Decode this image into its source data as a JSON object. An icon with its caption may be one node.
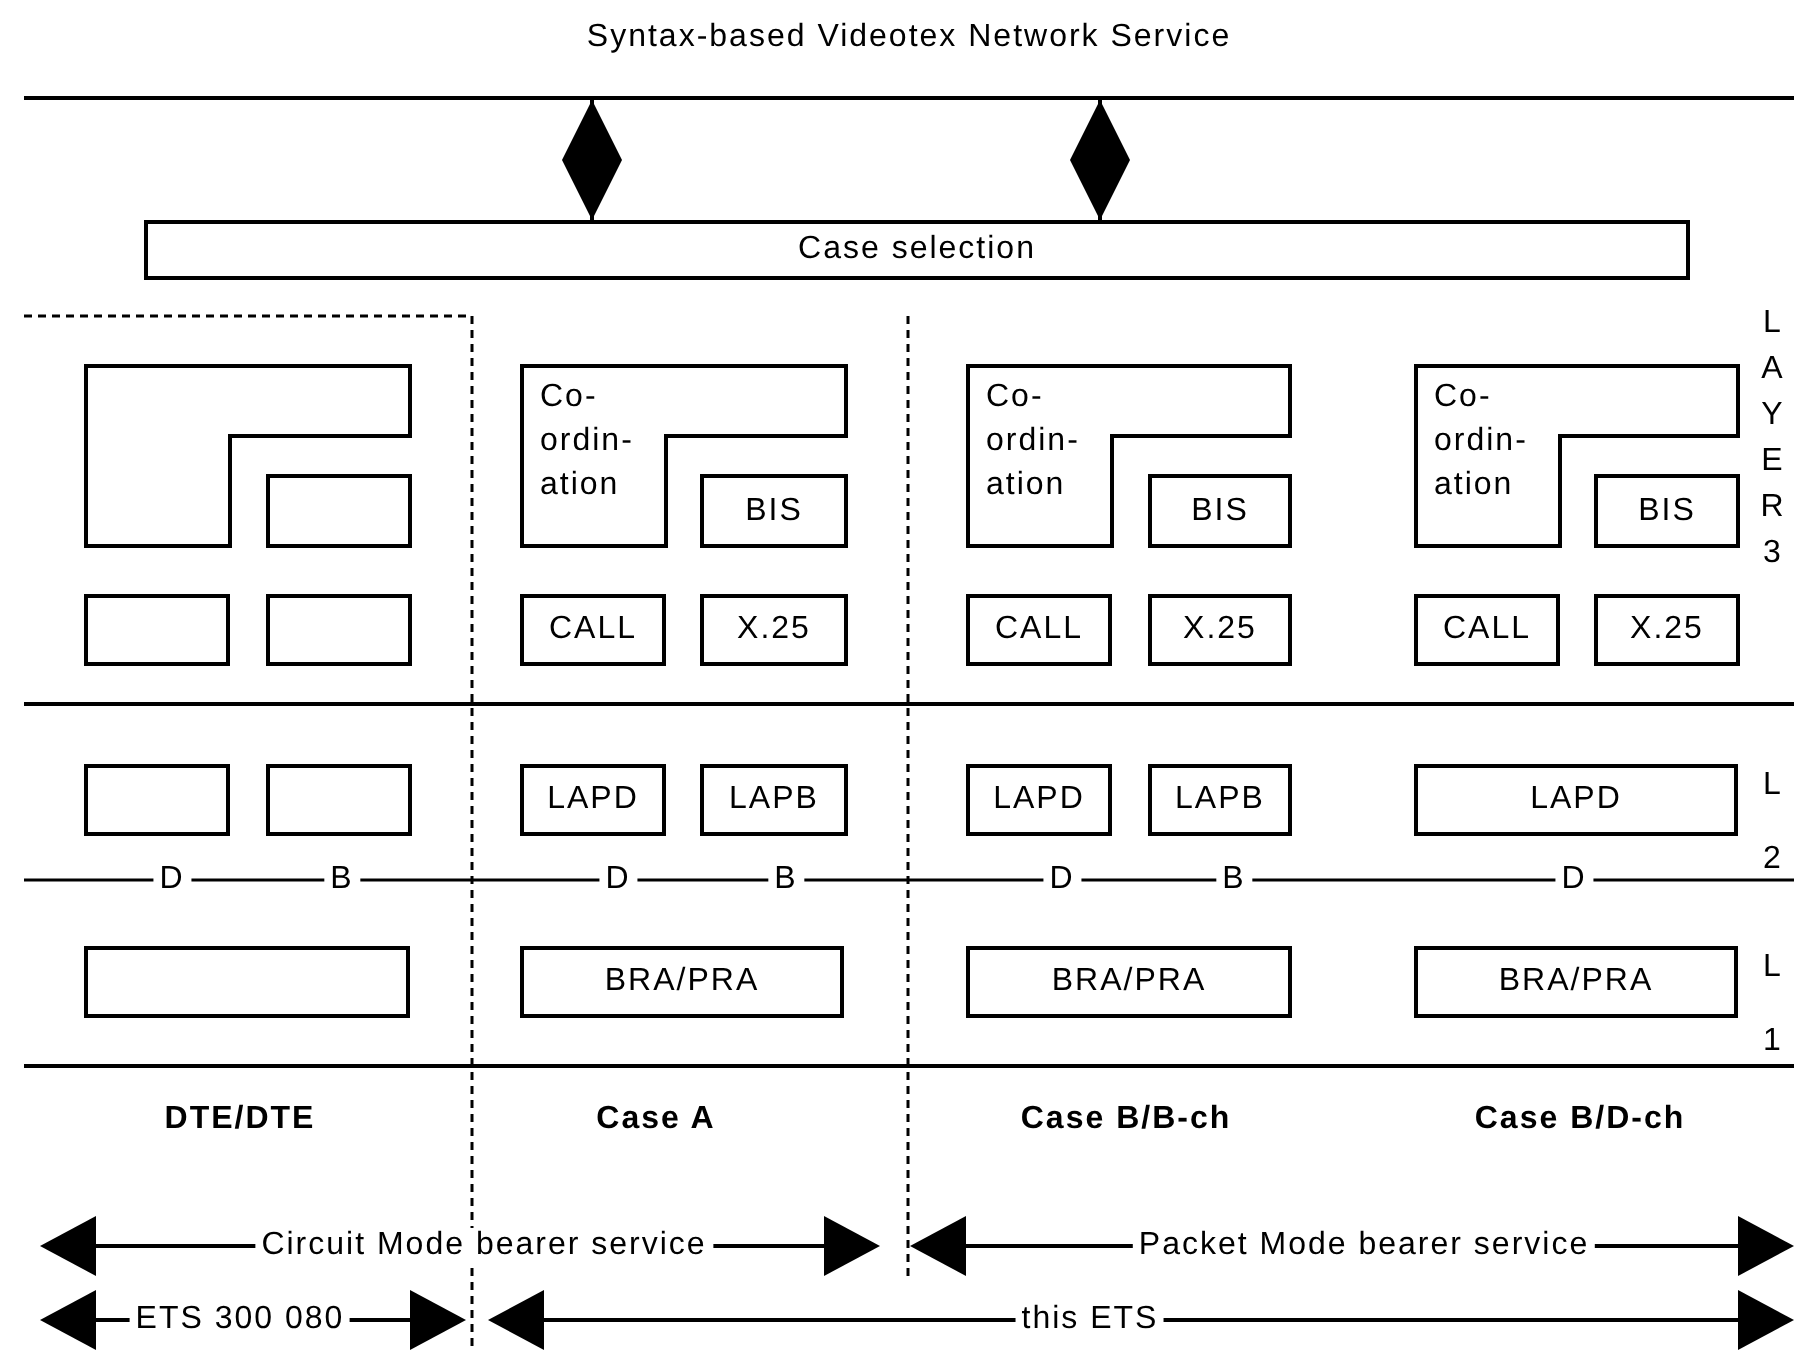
{
  "diagram": {
    "nodes": [
      {
        "text": [
          "Syntax-based Videotex Network Service"
        ]
      },
      {
        "text": [
          "Case selection"
        ]
      },
      {
        "text": [],
        "shape": "box"
      },
      {
        "text": [],
        "shape": "box"
      },
      {
        "text": [
          "Co-ordin- ation"
        ]
      },
      {
        "text": [
          "BIS"
        ]
      },
      {
        "text": [
          "Co-ordin- ation"
        ]
      },
      {
        "text": [
          "BIS"
        ]
      },
      {
        "text": [
          "Co-ordin- ation"
        ]
      },
      {
        "text": [
          "BIS"
        ]
      },
      {
        "text": [],
        "shape": "box"
      },
      {
        "text": [],
        "shape": "box"
      },
      {
        "text": [
          "CALL"
        ]
      },
      {
        "text": [
          "X.25"
        ]
      },
      {
        "text": [
          "CALL"
        ]
      },
      {
        "text": [
          "X.25"
        ]
      },
      {
        "text": [
          "CALL"
        ]
      },
      {
        "text": [
          "X.25"
        ]
      },
      {
        "text": [],
        "shape": "box"
      },
      {
        "text": [],
        "shape": "box"
      },
      {
        "text": [
          "LAPD"
        ]
      },
      {
        "text": [
          "LAPB"
        ]
      },
      {
        "text": [
          "LAPD"
        ]
      },
      {
        "text": [
          "LAPB"
        ]
      },
      {
        "text": [
          "LAPD"
        ]
      },
      {
        "text": [],
        "shape": "box"
      },
      {
        "text": [
          "BRA/PRA"
        ]
      },
      {
        "text": [
          "BRA/PRA"
        ]
      },
      {
        "text": [
          "BRA/PRA"
        ]
      }
    ],
    "edges": [
      {
        "from": 0,
        "to": 1,
        "arrow": "both"
      },
      {
        "from": 0,
        "to": 1,
        "arrow": "both"
      }
    ],
    "labels": [
      "LAYER 3",
      "L2",
      "D",
      "B",
      "D",
      "B",
      "D",
      "B",
      "D",
      "L1",
      "DTE/DTE",
      "Case A",
      "Case B/B-ch",
      "Case B/D-ch",
      "Circuit Mode bearer service",
      "Packet Mode bearer service",
      "ETS 300 080",
      "this ETS"
    ]
  }
}
